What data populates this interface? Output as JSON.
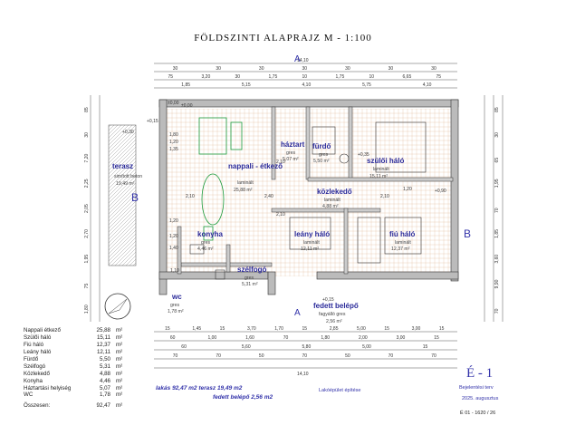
{
  "title": "FÖLDSZINTI ALAPRAJZ   M - 1:100",
  "rooms": [
    {
      "name": "terasz",
      "sub1": "simított beton",
      "sub2": "19,49 m²"
    },
    {
      "name": "nappali - étkező",
      "sub1": "laminált",
      "sub2": "25,88 m²"
    },
    {
      "name": "háztart",
      "sub1": "gres",
      "sub2": "5,07 m²"
    },
    {
      "name": "fürdő",
      "sub1": "gres",
      "sub2": "5,50 m²"
    },
    {
      "name": "szülői háló",
      "sub1": "laminált",
      "sub2": "15,11 m²"
    },
    {
      "name": "közlekedő",
      "sub1": "laminált",
      "sub2": "4,88 m²"
    },
    {
      "name": "konyha",
      "sub1": "gres",
      "sub2": "4,46 m²"
    },
    {
      "name": "leány háló",
      "sub1": "laminált",
      "sub2": "12,11 m²"
    },
    {
      "name": "fiú háló",
      "sub1": "laminált",
      "sub2": "12,37 m²"
    },
    {
      "name": "szélfogó",
      "sub1": "gres",
      "sub2": "5,31 m²"
    },
    {
      "name": "wc",
      "sub1": "gres",
      "sub2": "1,78 m²"
    },
    {
      "name": "fedett belépő",
      "sub1": "fagyálló gres",
      "sub2": "2,56 m²"
    }
  ],
  "area_table": [
    {
      "name": "Nappali étkező",
      "value": "25,88",
      "unit": "m²"
    },
    {
      "name": "Szülői háló",
      "value": "15,11",
      "unit": "m²"
    },
    {
      "name": "Fiú háló",
      "value": "12,37",
      "unit": "m²"
    },
    {
      "name": "Leány háló",
      "value": "12,11",
      "unit": "m²"
    },
    {
      "name": "Fürdő",
      "value": "5,50",
      "unit": "m²"
    },
    {
      "name": "Szélfogó",
      "value": "5,31",
      "unit": "m²"
    },
    {
      "name": "Közlekedő",
      "value": "4,88",
      "unit": "m²"
    },
    {
      "name": "Konyha",
      "value": "4,46",
      "unit": "m²"
    },
    {
      "name": "Háztartási helyiség",
      "value": "5,07",
      "unit": "m²"
    },
    {
      "name": "WC",
      "value": "1,78",
      "unit": "m²"
    }
  ],
  "total": {
    "name": "Összesen:",
    "value": "92,47",
    "unit": "m²"
  },
  "summary_line1": "lakás  92,47 m2  terasz  19,49 m2",
  "summary_line2": "fedett belépő  2,56 m2",
  "project": "Lakóépület építése",
  "plan_type": "Bejelentési terv",
  "date": "2025. augusztus",
  "sheet": "É - 1",
  "drawing_no": "É 01 - 1620 / 26",
  "section_labels": [
    "A",
    "A",
    "B",
    "B"
  ],
  "dims": {
    "top_total": "14,10",
    "top_row1": [
      "30",
      "30",
      "30",
      "30",
      "30",
      "30",
      "30"
    ],
    "top_row2": [
      "75",
      "3,20",
      "30",
      "1,75",
      "10",
      "1,75",
      "10",
      "6,65",
      "75"
    ],
    "top_row3": [
      "1,85",
      "5,15",
      "4,10",
      "5,75",
      "4,10"
    ],
    "bottom_row1": [
      "15",
      "1,45",
      "15",
      "3,70",
      "1,70",
      "15",
      "2,85",
      "5,00",
      "15",
      "3,00",
      "15"
    ],
    "bottom_row2": [
      "60",
      "1,00",
      "1,60",
      "70",
      "1,80",
      "2,00",
      "3,00",
      "15"
    ],
    "bottom_row3": [
      "60",
      "5,60",
      "5,80",
      "5,00",
      "15"
    ],
    "bottom_row4": [
      "70",
      "70",
      "50",
      "70",
      "50",
      "70",
      "70"
    ],
    "bottom_total": "14,10",
    "left_vertical": [
      "85",
      "30",
      "7,20",
      "2,25",
      "2,05",
      "2,70",
      "1,95",
      "75",
      "1,80"
    ],
    "right_vertical": [
      "85",
      "30",
      "65",
      "1,95",
      "70",
      "1,85",
      "3,60",
      "9,90",
      "70"
    ],
    "interior": [
      "1,80",
      "1,20",
      "1,35",
      "2,10",
      "2,40",
      "2,10",
      "2,10",
      "1,20",
      "1,20",
      "1,40",
      "1,10",
      "2,10",
      "1,20",
      "+0,15",
      "+0,30",
      "+0,35",
      "+0,90",
      "±0,00",
      "±0,00",
      "+0,15"
    ]
  }
}
